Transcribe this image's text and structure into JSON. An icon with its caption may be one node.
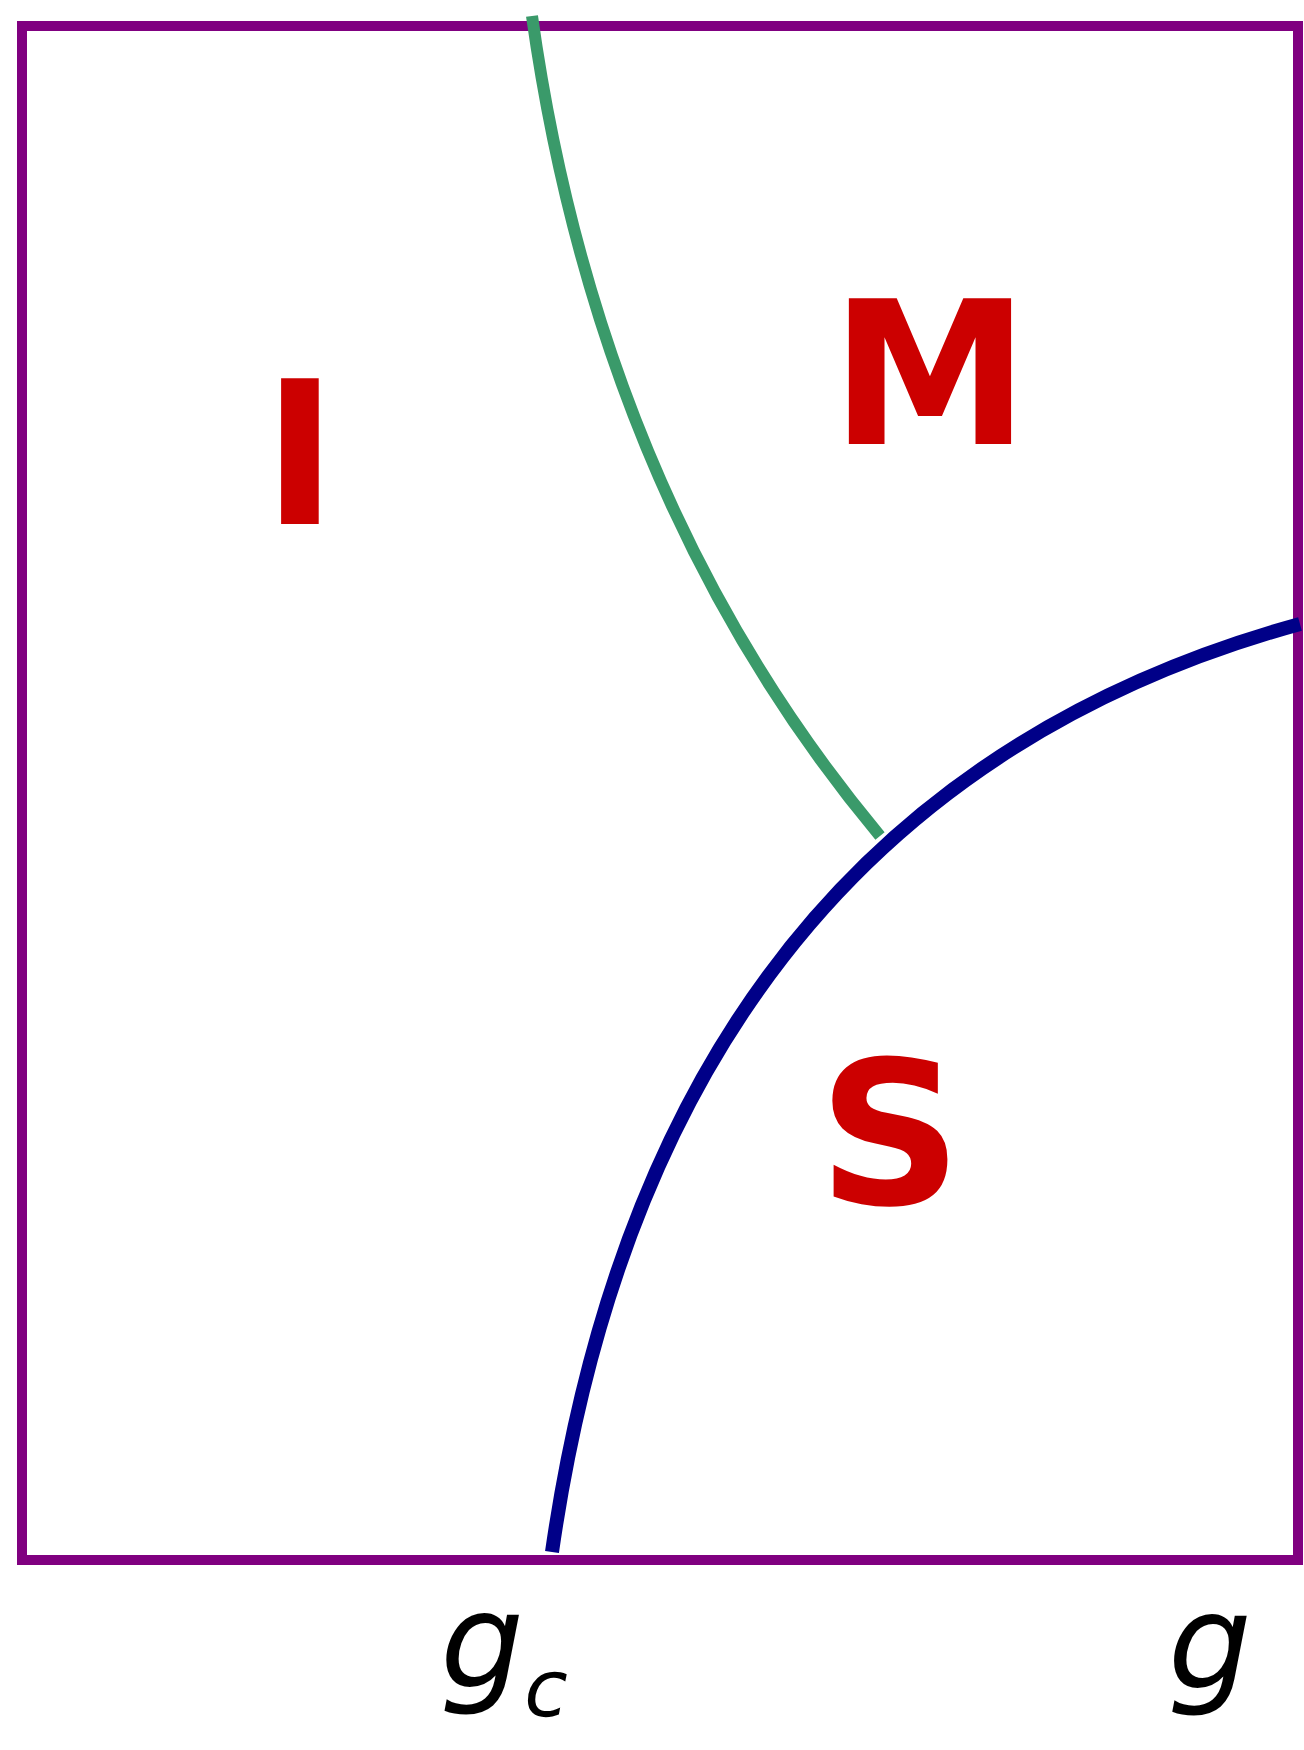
{
  "diagram": {
    "labels": [
      "I",
      "M",
      "S",
      "g$_{c}$",
      "g"
    ]
  }
}
